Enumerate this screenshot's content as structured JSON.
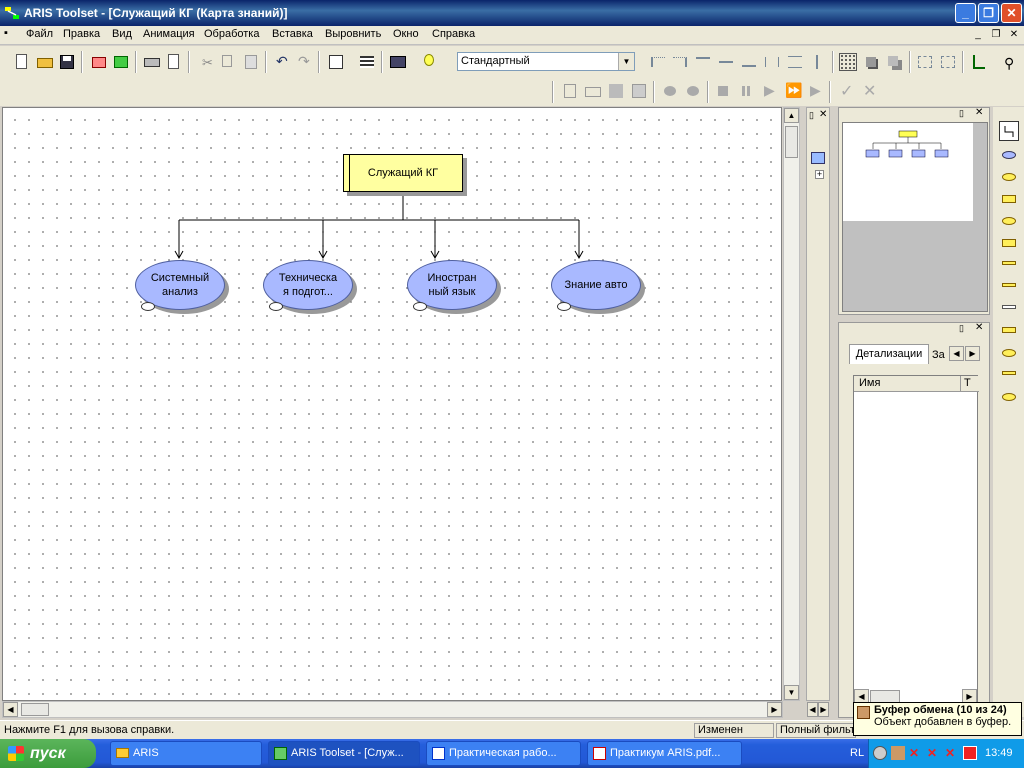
{
  "window": {
    "title": "ARIS Toolset - [Служащий КГ (Карта знаний)]"
  },
  "menu": [
    "Файл",
    "Правка",
    "Вид",
    "Анимация",
    "Обработка",
    "Вставка",
    "Выровнить",
    "Окно",
    "Справка"
  ],
  "toolbar": {
    "style_combo": "Стандартный"
  },
  "diagram": {
    "role": "Служащий КГ",
    "knowledge": [
      {
        "line1": "Системный",
        "line2": "анализ"
      },
      {
        "line1": "Техническа",
        "line2": "я подгот..."
      },
      {
        "line1": "Иностран",
        "line2": "ный язык"
      },
      {
        "line1": "Знание авто",
        "line2": ""
      }
    ]
  },
  "details": {
    "tab1": "Детализации",
    "tab2": "За",
    "col_name": "Имя",
    "col2": "Т"
  },
  "status": {
    "help": "Нажмите F1 для вызова справки.",
    "state": "Изменен",
    "filter": "Полный фильтр"
  },
  "tooltip": {
    "title": "Буфер обмена (10 из 24)",
    "text": "Объект добавлен в буфер."
  },
  "taskbar": {
    "start": "пуск",
    "tasks": [
      "ARIS",
      "ARIS Toolset - [Служ...",
      "Практическая рабо...",
      "Практикум ARIS.pdf..."
    ],
    "lang": "RL",
    "clock": "13:49"
  }
}
